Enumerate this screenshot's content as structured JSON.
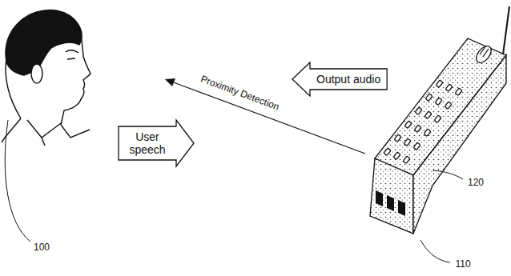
{
  "diagram": {
    "nodes": [
      {
        "text": [
          "Output audio"
        ]
      },
      {
        "text": [
          "User speech"
        ]
      }
    ],
    "labels": [
      "Proximity Detection",
      "100",
      "120",
      "110"
    ]
  }
}
